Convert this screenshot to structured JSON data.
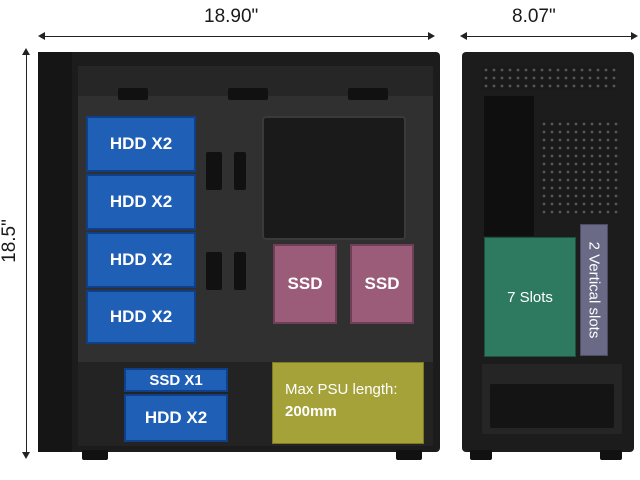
{
  "dimensions": {
    "length": "18.90\"",
    "width": "8.07\"",
    "height": "18.5\""
  },
  "drive_bays": {
    "hdd_cage": [
      "HDD X2",
      "HDD X2",
      "HDD X2",
      "HDD X2"
    ],
    "ssd_mounts": [
      "SSD",
      "SSD"
    ],
    "bottom_ssd": "SSD X1",
    "bottom_hdd": "HDD X2"
  },
  "psu": {
    "line1": "Max PSU length:",
    "line2": "200mm"
  },
  "expansion": {
    "slots": "7 Slots",
    "vertical_slots": "2 Vertical slots"
  },
  "colors": {
    "hdd": "#1f5fb5",
    "ssd": "#9a5c78",
    "psu": "#a5a23a",
    "slots": "#2e7a60",
    "vertical_slots": "#6a6a86"
  }
}
